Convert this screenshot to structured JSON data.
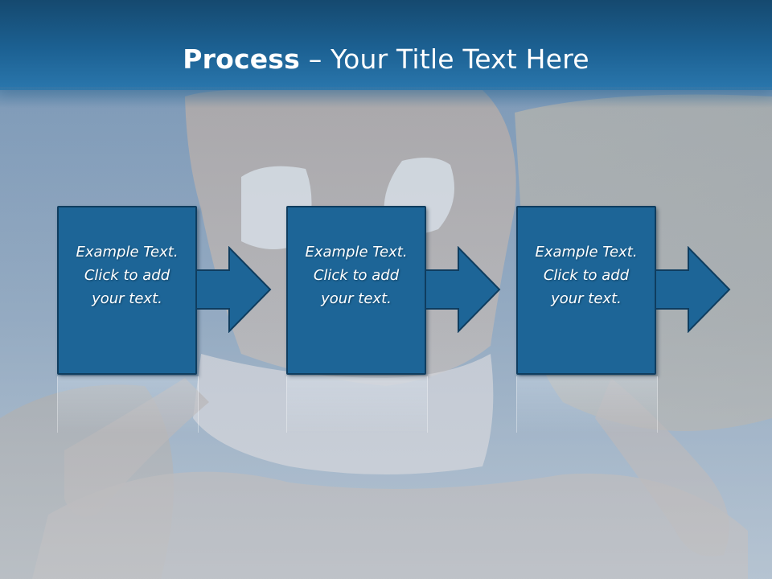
{
  "slide": {
    "title_bold": "Process",
    "title_separator": " – ",
    "title_rest": "Your Title Text Here"
  },
  "steps": [
    {
      "line1": "Example Text.",
      "line2": "Click  to add",
      "line3": "your text."
    },
    {
      "line1": "Example Text.",
      "line2": "Click  to add",
      "line3": "your text."
    },
    {
      "line1": "Example Text.",
      "line2": "Click  to add",
      "line3": "your text."
    }
  ],
  "colors": {
    "title_bar": "#1c6193",
    "step_fill": "#1d6597",
    "step_border": "#0f3d5f",
    "text": "#ffffff"
  },
  "icons": [
    "right-arrow-icon"
  ]
}
